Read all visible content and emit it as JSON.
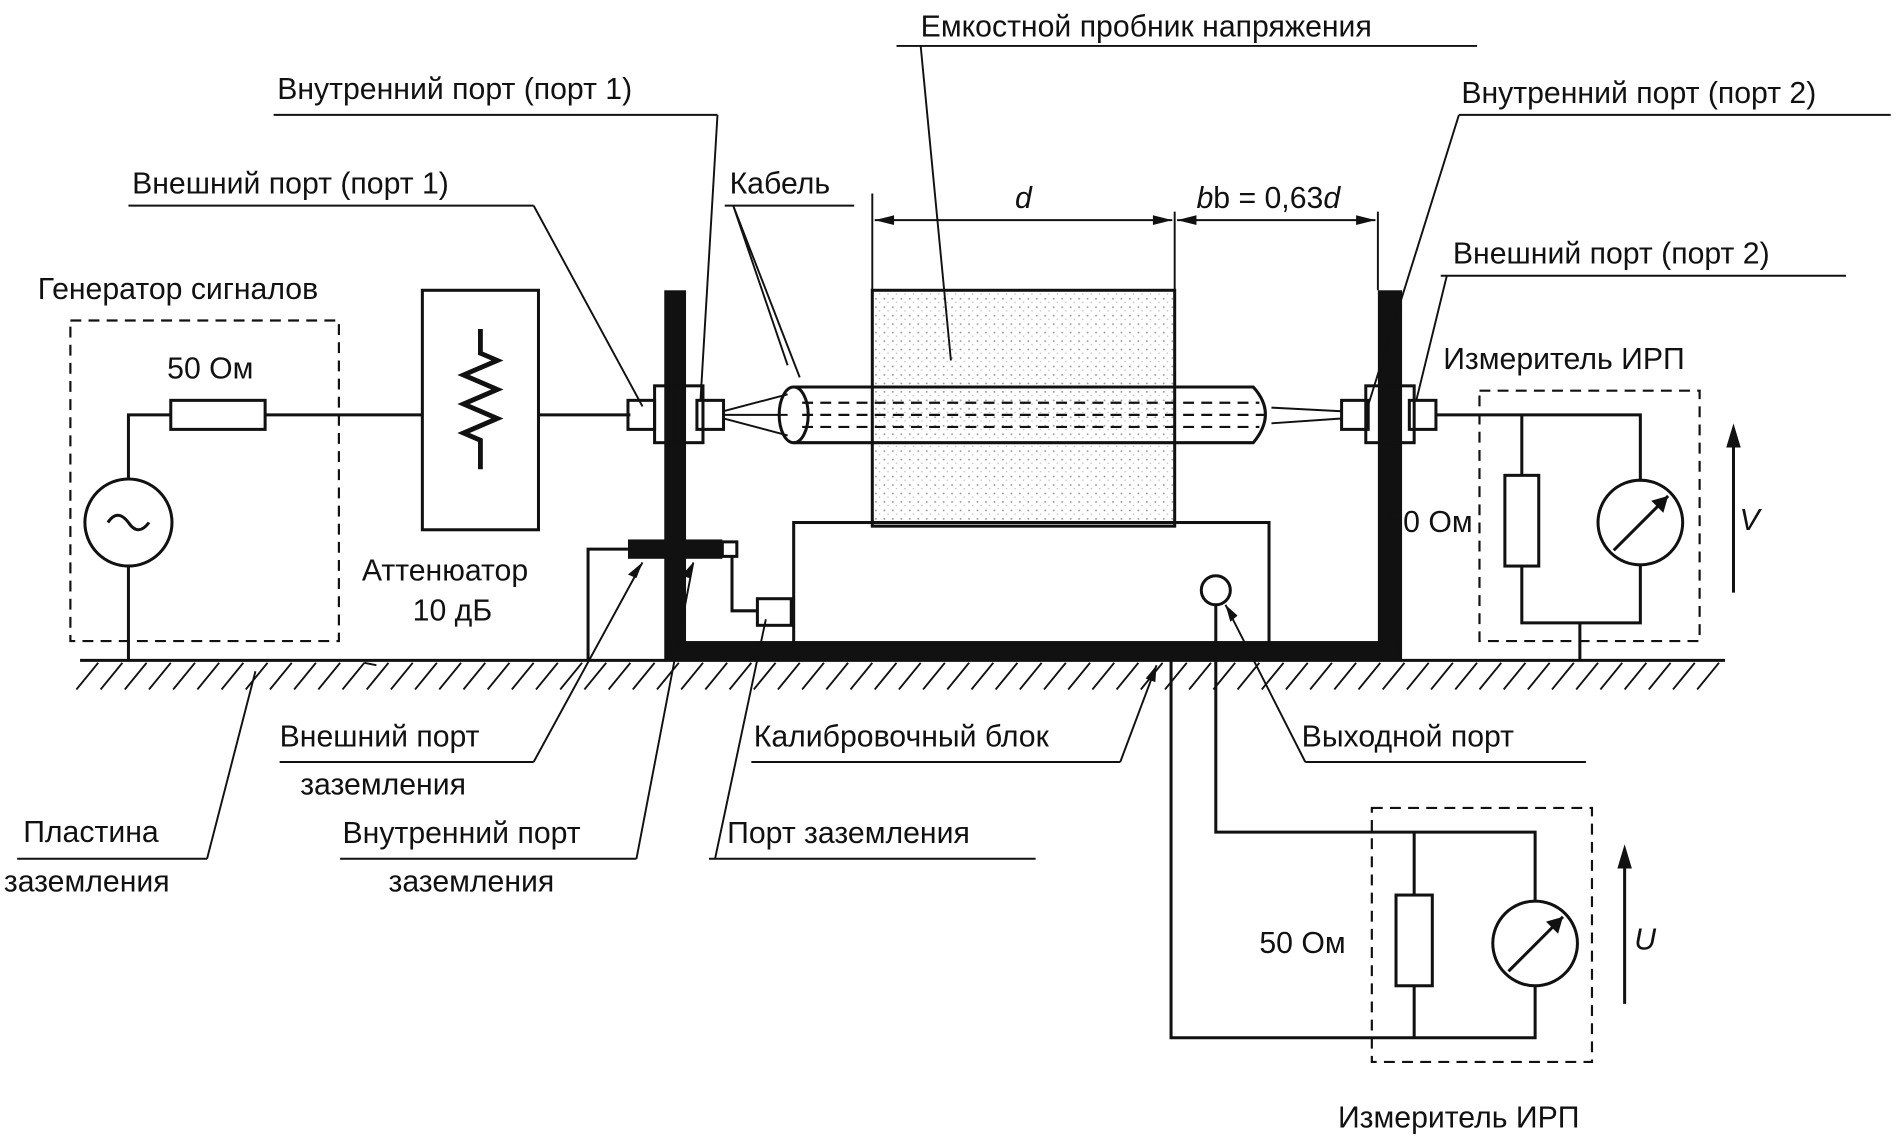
{
  "labels": {
    "probe": "Емкостной пробник напряжения",
    "inner_port_1": "Внутренний порт (порт 1)",
    "outer_port_1": "Внешний порт (порт 1)",
    "cable": "Кабель",
    "d": "d",
    "b_eq": "b = 0,63",
    "b_d": "d",
    "inner_port_2": "Внутренний порт (порт 2)",
    "outer_port_2": "Внешний порт (порт 2)",
    "generator": "Генератор сигналов",
    "gen_resistor": "50 Ом",
    "meter_top": "Измеритель ИРП",
    "meter_top_resistor": "50 Ом",
    "voltage_v": "V",
    "attenuator_1": "Аттенюатор",
    "attenuator_2": "10 дБ",
    "outer_ground_port_1": "Внешний порт",
    "outer_ground_port_2": "заземления",
    "ground_plate_1": "Пластина",
    "ground_plate_2": "заземления",
    "inner_ground_port_1": "Внутренний порт",
    "inner_ground_port_2": "заземления",
    "calibration_block": "Калибровочный блок",
    "ground_port": "Порт заземления",
    "output_port": "Выходной порт",
    "meter_bottom_resistor": "50 Ом",
    "voltage_u": "U",
    "meter_bottom": "Измеритель ИРП"
  },
  "icons": [
    "ac-source-icon",
    "attenuator-resistor-icon",
    "meter-icon",
    "ground-hatch"
  ]
}
